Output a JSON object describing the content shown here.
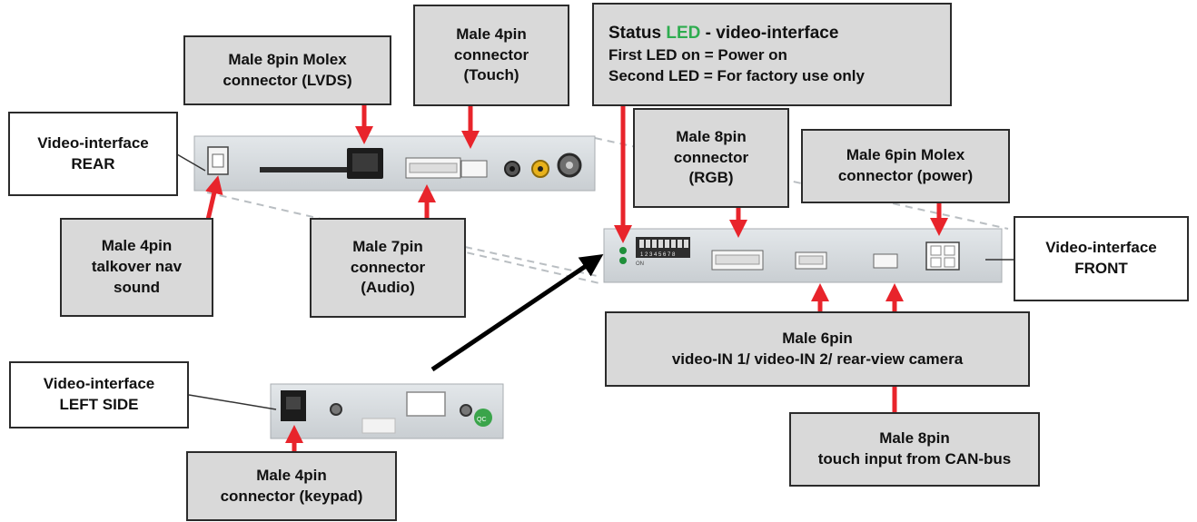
{
  "labels": {
    "male8_lvds": [
      "Male 8pin Molex",
      "connector (LVDS)"
    ],
    "male4_touch": [
      "Male 4pin",
      "connector",
      "(Touch)"
    ],
    "status": {
      "prefix": "Status",
      "led_word": "LED",
      "suffix": "- video-interface",
      "line2": "First LED on = Power on",
      "line3": "Second LED = For factory use only"
    },
    "video_rear": [
      "Video-interface",
      "REAR"
    ],
    "male8_rgb": [
      "Male 8pin",
      "connector",
      "(RGB)"
    ],
    "male6_power": [
      "Male 6pin Molex",
      "connector (power)"
    ],
    "male4_talkover": [
      "Male 4pin",
      "talkover nav",
      "sound"
    ],
    "male7_audio": [
      "Male 7pin",
      "connector",
      "(Audio)"
    ],
    "video_front": [
      "Video-interface",
      "FRONT"
    ],
    "male6_video": [
      "Male 6pin",
      "video-IN 1/ video-IN 2/ rear-view camera"
    ],
    "video_left": [
      "Video-interface",
      "LEFT SIDE"
    ],
    "male8_touch_can": [
      "Male 8pin",
      "touch input from CAN-bus"
    ],
    "male4_keypad": [
      "Male 4pin",
      "connector (keypad)"
    ]
  },
  "device_marks": {
    "dip_numbers": "1 2 3 4 5 6 7 8",
    "dip_on": "ON",
    "sticker": "QC"
  },
  "colors": {
    "label_fill": "#d9d9d9",
    "arrow_red": "#e8242b",
    "led_text": "#2eac4f",
    "device_body": "#d8dde0",
    "pointer_black": "#000000"
  }
}
